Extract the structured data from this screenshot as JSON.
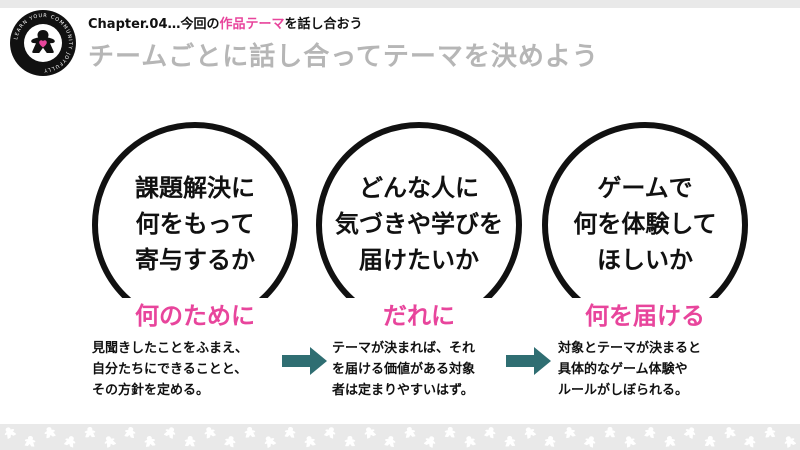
{
  "header": {
    "chapter_prefix": "Chapter.04…今回の",
    "chapter_highlight": "作品テーマ",
    "chapter_suffix": "を話し合おう",
    "headline": "チームごとに話し合ってテーマを決めよう"
  },
  "logo": {
    "ring_text": "LEARN YOUR COMMUNITY JOYFULLY"
  },
  "blocks": [
    {
      "circle_lines": [
        "課題解決に",
        "何をもって",
        "寄与するか"
      ],
      "keyword": "何のために",
      "description": [
        "見聞きしたことをふまえ、",
        "自分たちにできることと、",
        "その方針を定める。"
      ]
    },
    {
      "circle_lines": [
        "どんな人に",
        "気づきや学びを",
        "届けたいか"
      ],
      "keyword": "だれに",
      "description": [
        "テーマが決まれば、それ",
        "を届ける価値がある対象",
        "者は定まりやすいはず。"
      ]
    },
    {
      "circle_lines": [
        "ゲームで",
        "何を体験して",
        "ほしいか"
      ],
      "keyword": "何を届ける",
      "description": [
        "対象とテーマが決まると",
        "具体的なゲーム体験や",
        "ルールがしぼられる。"
      ]
    }
  ],
  "colors": {
    "accent_pink": "#e8459c",
    "arrow_teal": "#2f6e72",
    "headline_gray": "#b6b6b6",
    "pattern_gray": "#e9e9e9"
  }
}
